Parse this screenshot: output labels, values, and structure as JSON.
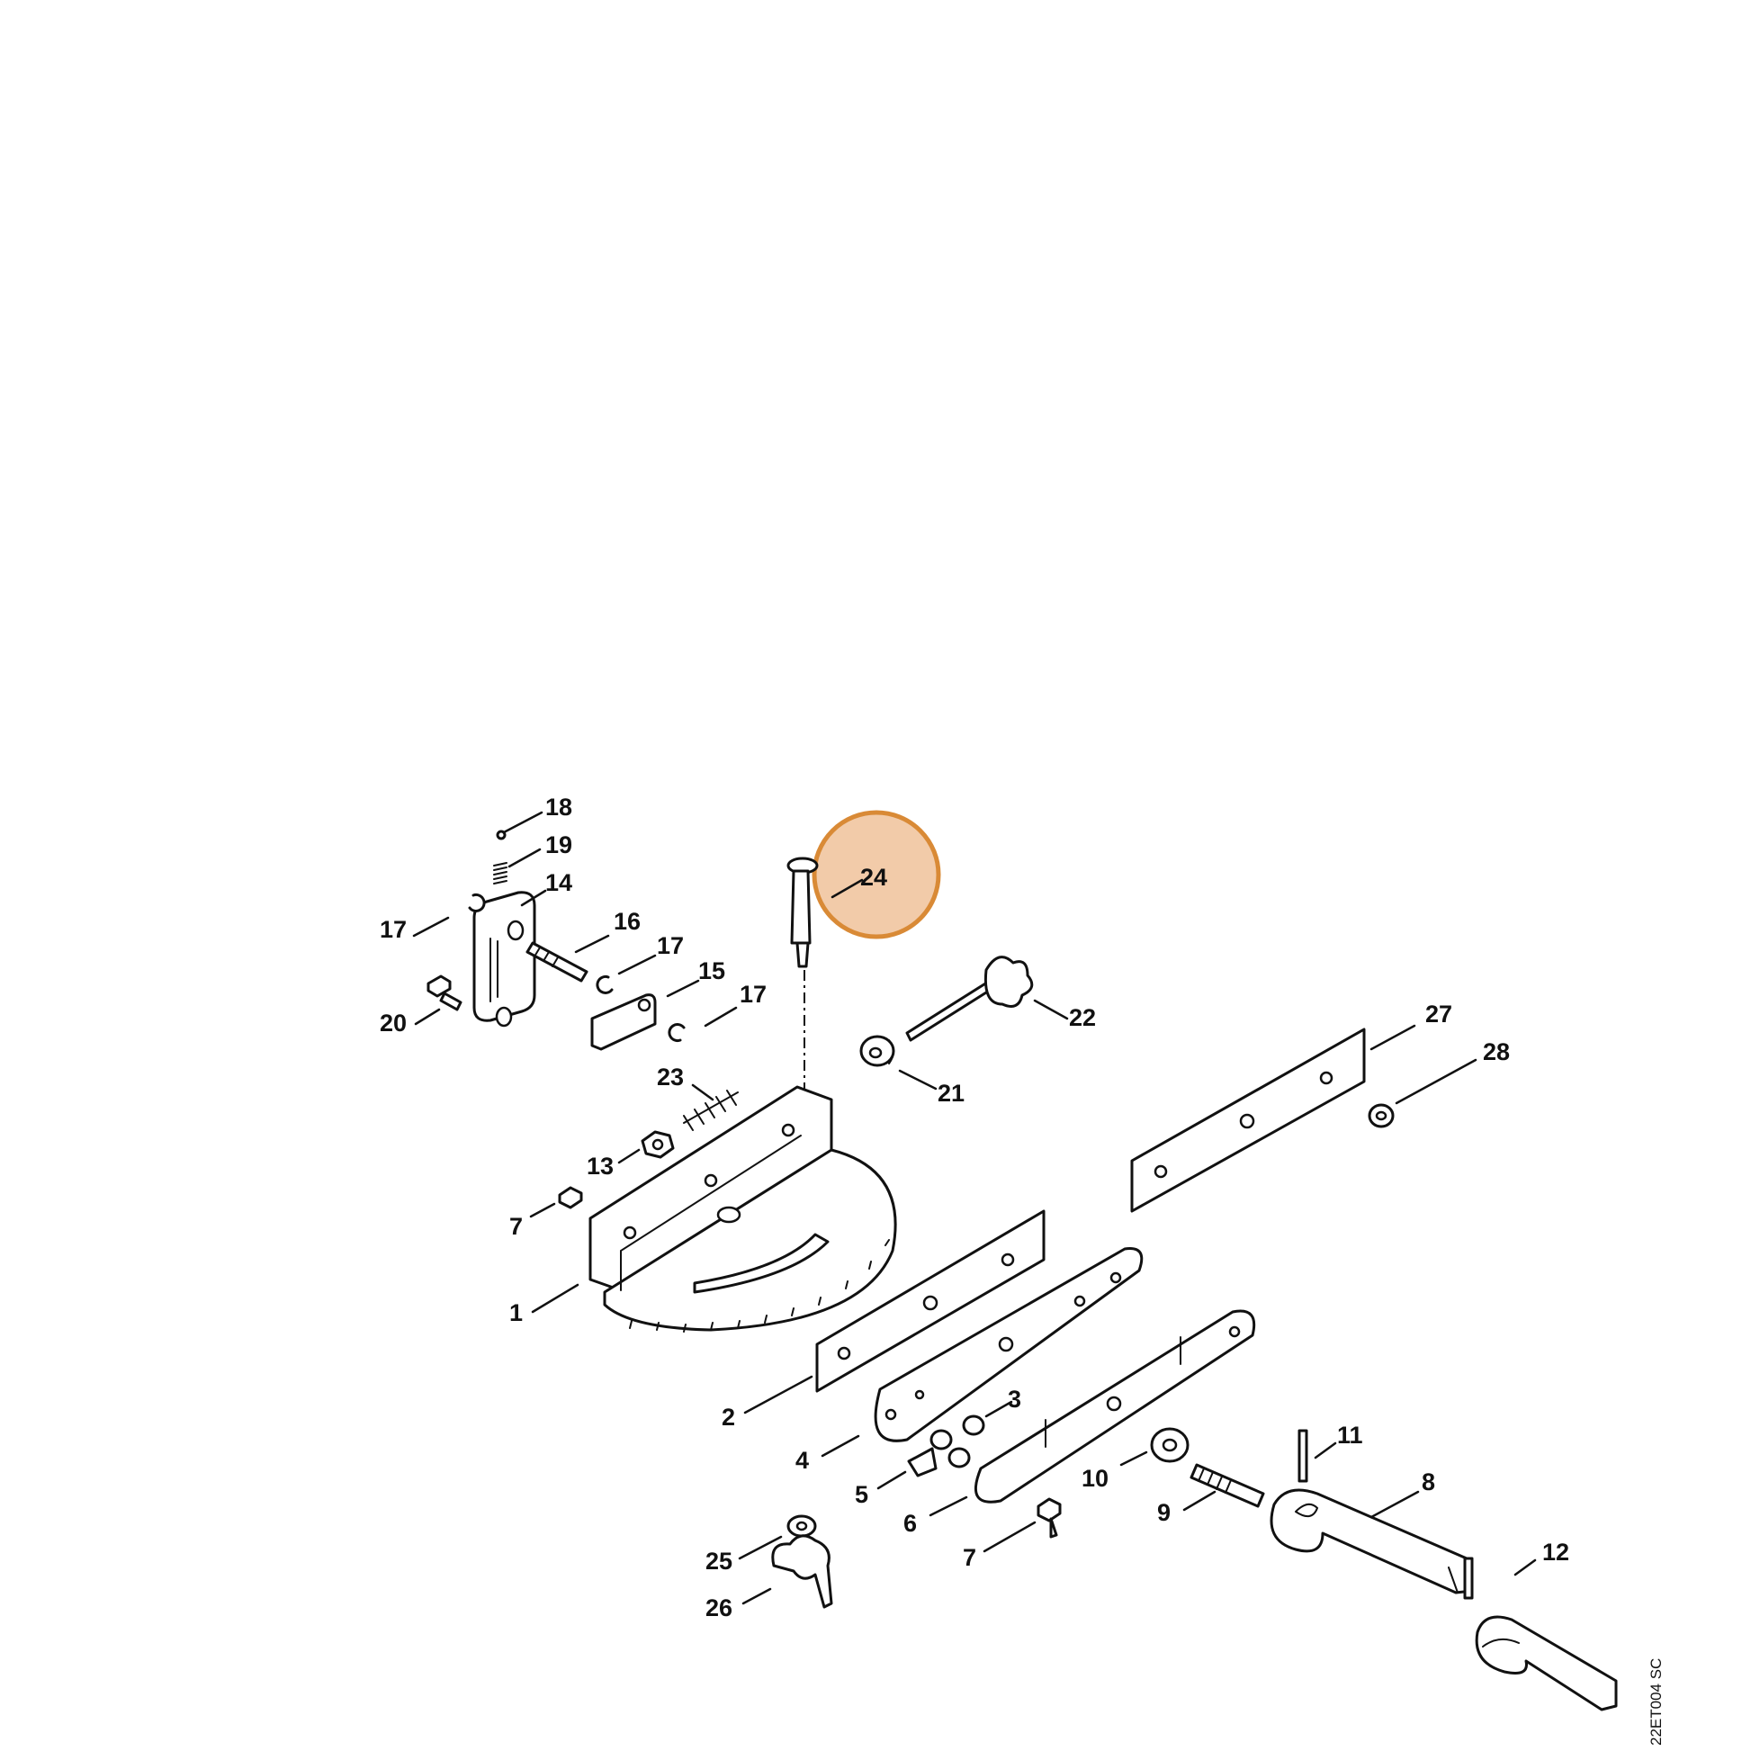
{
  "diagram": {
    "drawing_code": "22ET004 SC",
    "highlight": {
      "part": "24",
      "color": "#d98a36",
      "fill": "#f0c29a"
    },
    "callouts": [
      "18",
      "19",
      "14",
      "17",
      "16",
      "17",
      "15",
      "17",
      "20",
      "24",
      "22",
      "21",
      "23",
      "13",
      "7",
      "1",
      "27",
      "28",
      "2",
      "3",
      "4",
      "5",
      "6",
      "7",
      "10",
      "9",
      "11",
      "8",
      "12",
      "25",
      "26"
    ]
  }
}
